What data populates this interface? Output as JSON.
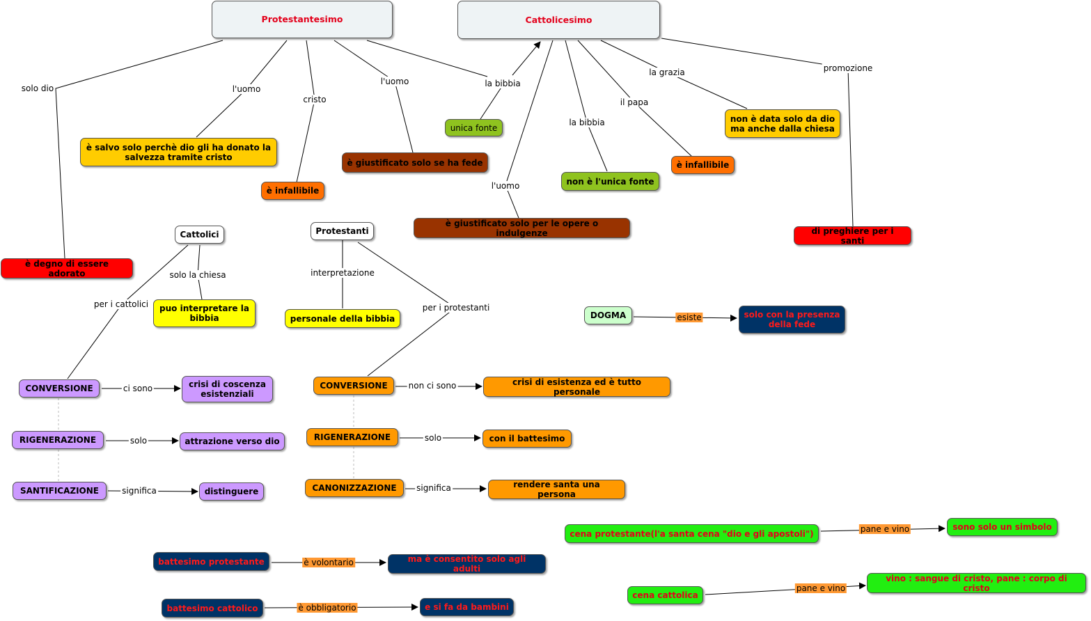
{
  "nodes": {
    "protestantesimo": "Protestantesimo",
    "cattolicesimo": "Cattolicesimo",
    "salvo_solo": "è salvo solo perchè dio gli ha donato la salvezza tramite cristo",
    "infallibile_prot": "è infallibile",
    "giustificato_fede": "è giustificato solo se ha fede",
    "unica_fonte": "unica fonte",
    "degno_adorato": "è degno di essere adorato",
    "non_unica_fonte": "non è l'unica fonte",
    "infallibile_catt": "è infallibile",
    "non_data_solo": "non è data solo da dio ma anche dalla chiesa",
    "giustificato_opere": "è giustificato solo per le opere o indulgenze",
    "preghiere_santi": "di preghiere per i santi",
    "cattolici": "Cattolici",
    "protestanti": "Protestanti",
    "puo_interpretare": "puo interpretare la bibbia",
    "personale_bibbia": "personale della bibbia",
    "dogma": "DOGMA",
    "presenza_fede": "solo con la presenza della fede",
    "conversione_catt": "CONVERSIONE",
    "crisi_coscenza": "crisi di coscenza esistenziali",
    "rigenerazione_catt": "RIGENERAZIONE",
    "attrazione_dio": "attrazione verso dio",
    "santificazione": "SANTIFICAZIONE",
    "distinguere": "distinguere",
    "conversione_prot": "CONVERSIONE",
    "crisi_esistenza": "crisi di esistenza ed è tutto personale",
    "rigenerazione_prot": "RIGENERAZIONE",
    "battesimo": "con il battesimo",
    "canonizzazione": "CANONIZZAZIONE",
    "rendere_santa": "rendere santa una persona",
    "cena_protestante": "cena protestante(l'a santa cena \"dio e gli apostoli\")",
    "simbolo": "sono solo un simbolo",
    "cena_cattolica": "cena cattolica",
    "vino_sangue": "vino : sangue di cristo, pane : corpo di cristo",
    "battesimo_protestante": "battesimo protestante",
    "consentito_adulti": "ma è consentito solo agli adulti",
    "battesimo_cattolico": "battesimo cattolico",
    "bambini": "e si fa da bambini"
  },
  "links": {
    "solo_dio": "solo dio",
    "luomo_prot1": "l'uomo",
    "cristo": "cristo",
    "luomo_prot2": "l'uomo",
    "la_bibbia_top": "la bibbia",
    "la_bibbia_catt": "la bibbia",
    "il_papa": "il papa",
    "la_grazia": "la  grazia",
    "promozione": "promozione",
    "luomo_catt": "l'uomo",
    "solo_la_chiesa": "solo la chiesa",
    "per_i_cattolici": "per i cattolici",
    "interpretazione": "interpretazione",
    "per_i_protestanti": "per i protestanti",
    "esiste": "esiste",
    "ci_sono": "ci sono",
    "solo_catt": "solo",
    "significa_catt": "significa",
    "non_ci_sono": "non ci sono",
    "solo_prot": "solo",
    "significa_prot": "significa",
    "pane_vino_1": "pane e vino",
    "pane_vino_2": "pane e vino",
    "volontario": "è volontario",
    "obbligatorio": "è obbligatorio"
  },
  "colors": {
    "title_red": "#e3001b",
    "line": "#000000",
    "highlight_label": "#ff9933"
  }
}
